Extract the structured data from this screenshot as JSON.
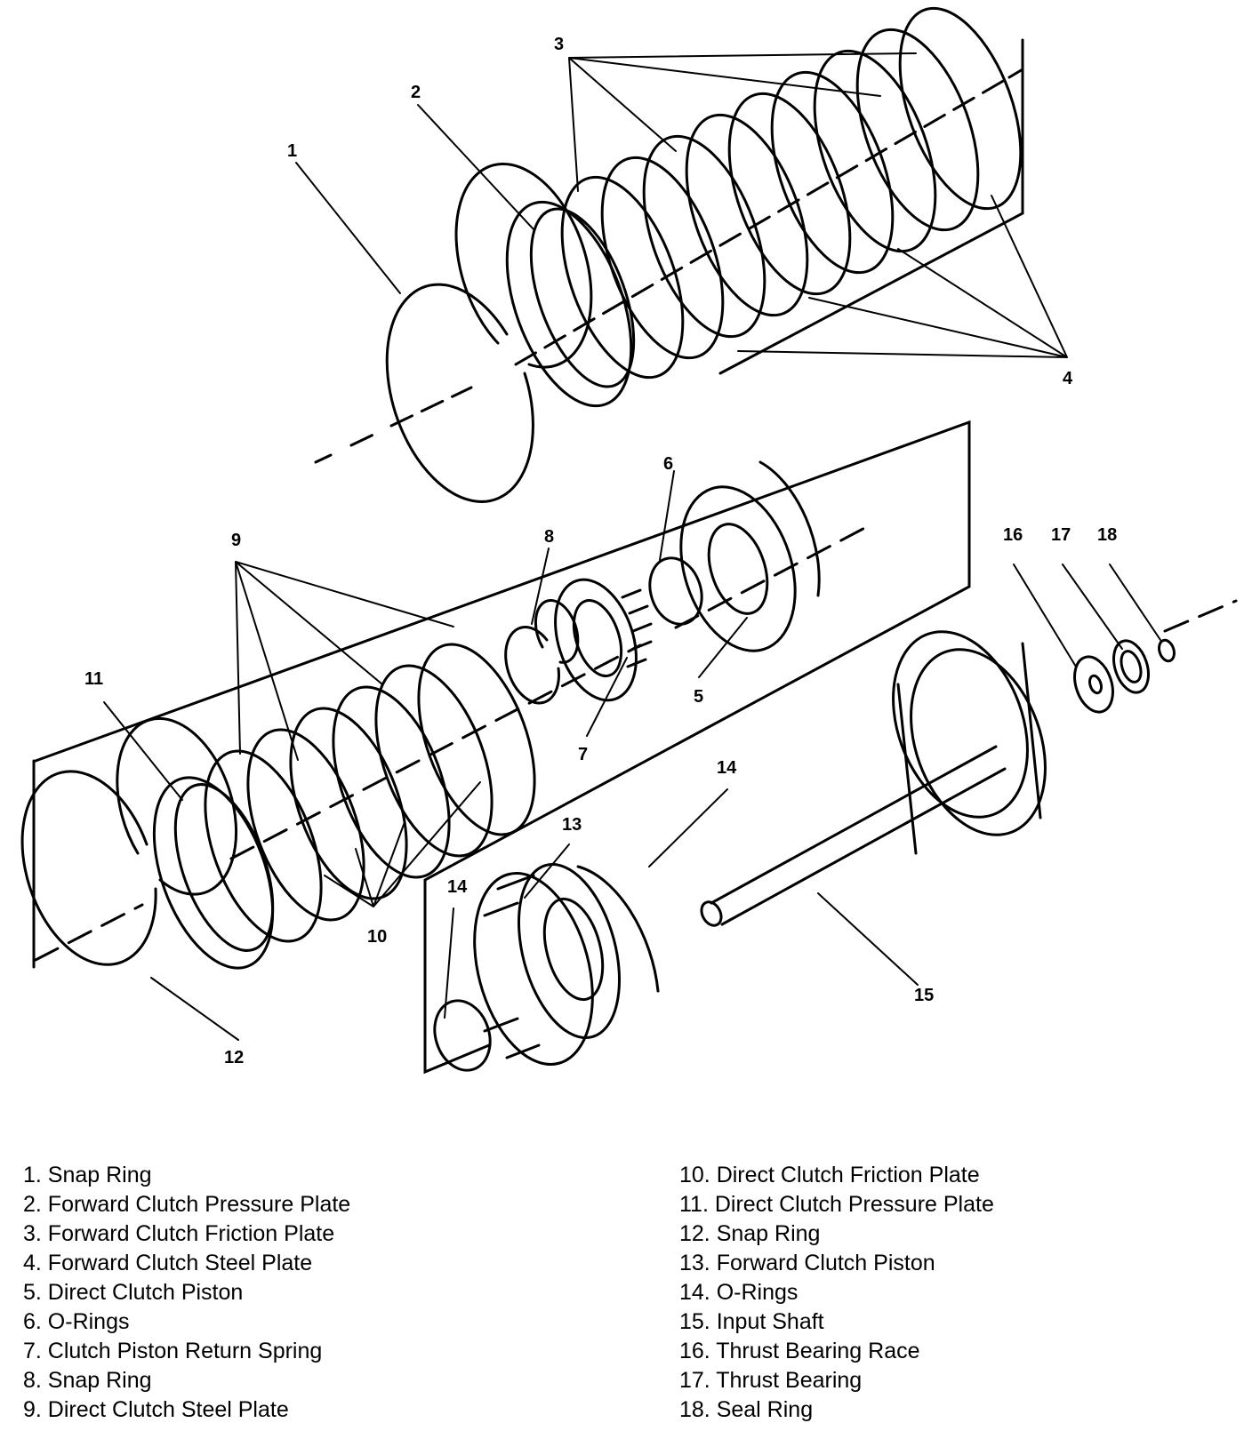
{
  "callouts": [
    "1",
    "2",
    "3",
    "4",
    "5",
    "6",
    "7",
    "8",
    "9",
    "10",
    "11",
    "12",
    "13",
    "14",
    "14",
    "15",
    "16",
    "17",
    "18"
  ],
  "legend_left": [
    "1. Snap Ring",
    "2. Forward Clutch Pressure Plate",
    "3. Forward Clutch Friction Plate",
    "4. Forward Clutch Steel Plate",
    "5. Direct Clutch Piston",
    "6. O-Rings",
    "7. Clutch Piston Return Spring",
    "8. Snap Ring",
    "9. Direct Clutch Steel Plate"
  ],
  "legend_right": [
    "10. Direct Clutch Friction Plate",
    "11. Direct Clutch Pressure Plate",
    "12. Snap Ring",
    "13. Forward Clutch Piston",
    "14. O-Rings",
    "15. Input Shaft",
    "16. Thrust Bearing Race",
    "17. Thrust Bearing",
    "18. Seal Ring"
  ]
}
